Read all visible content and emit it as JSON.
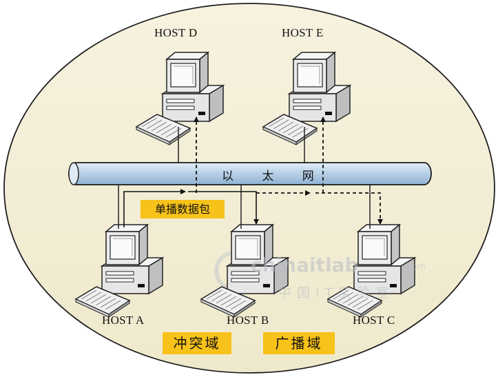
{
  "network_name": "以 太 网",
  "hosts": {
    "d": "HOST D",
    "e": "HOST E",
    "a": "HOST A",
    "b": "HOST B",
    "c": "HOST C"
  },
  "tags": {
    "unicast_packet": "单播数据包",
    "collision_domain": "冲突域",
    "broadcast_domain": "广播域"
  },
  "watermark": {
    "brand": "chinaitlab",
    "suffix": ".com",
    "subtitle": "中国IT实验室"
  },
  "colors": {
    "ellipse_fill": "#f4efd6",
    "bus_fill": "#a9c6e0",
    "tag_fill": "#f7c21a",
    "computer_fill": "#ececec"
  }
}
